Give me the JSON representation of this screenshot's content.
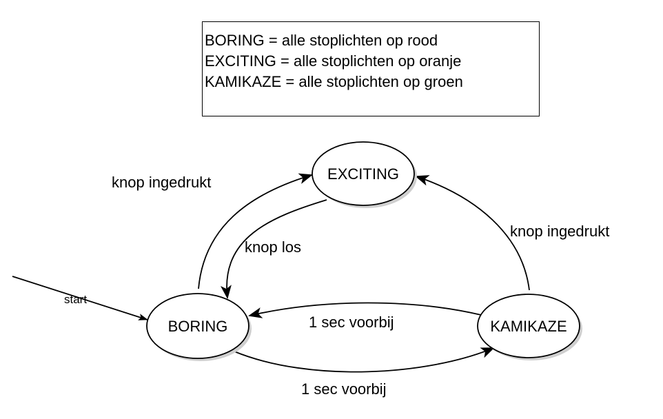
{
  "legend": {
    "lines": [
      "BORING = alle stoplichten op rood",
      "EXCITING = alle stoplichten op oranje",
      "KAMIKAZE = alle stoplichten op groen"
    ]
  },
  "states": {
    "boring": "BORING",
    "exciting": "EXCITING",
    "kamikaze": "KAMIKAZE"
  },
  "transitions": {
    "start": "start",
    "boring_to_exciting": "knop ingedrukt",
    "exciting_to_boring": "knop los",
    "kamikaze_to_exciting": "knop ingedrukt",
    "kamikaze_to_boring": "1 sec voorbij",
    "boring_to_kamikaze": "1 sec voorbij"
  },
  "colors": {
    "stroke": "#000000",
    "fill": "#ffffff",
    "shadow": "#cfcfcf"
  }
}
